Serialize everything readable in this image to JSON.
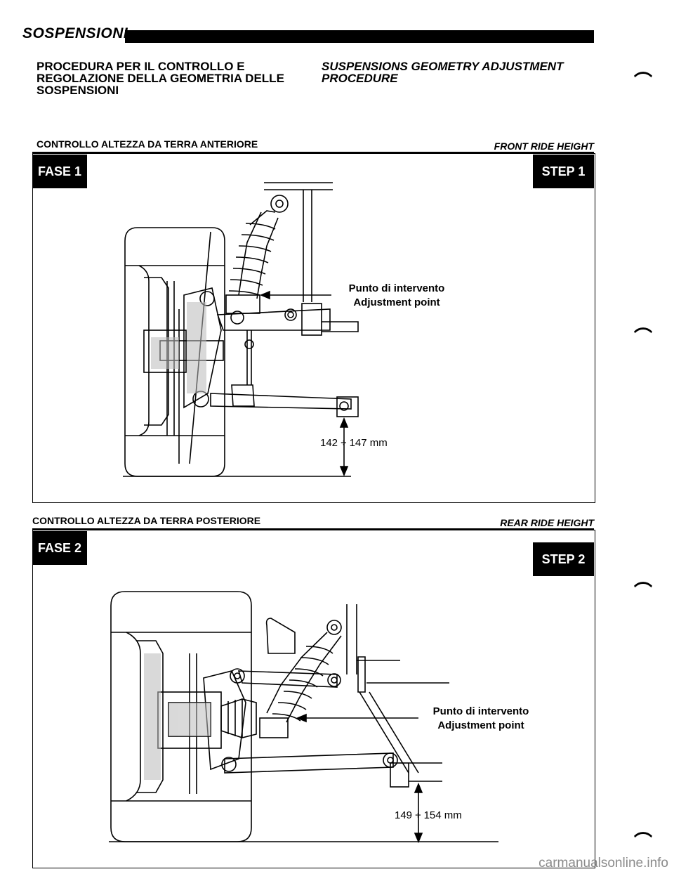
{
  "header": {
    "section_title": "SOSPENSIONI"
  },
  "titles": {
    "italian": "PROCEDURA PER IL CONTROLLO E REGOLAZIONE DELLA GEOMETRIA DELLE SOSPENSIONI",
    "english": "SUSPENSIONS GEOMETRY ADJUSTMENT PROCEDURE"
  },
  "front": {
    "heading_it": "CONTROLLO ALTEZZA DA TERRA ANTERIORE",
    "heading_en": "FRONT RIDE HEIGHT",
    "step_it": "FASE 1",
    "step_en": "STEP 1",
    "label_it": "Punto di intervento",
    "label_en": "Adjustment point",
    "measurement": "142 ÷ 147 mm"
  },
  "rear": {
    "heading_it": "CONTROLLO ALTEZZA DA TERRA POSTERIORE",
    "heading_en": "REAR RIDE HEIGHT",
    "step_it": "FASE 2",
    "step_en": "STEP 2",
    "label_it": "Punto di intervento",
    "label_en": "Adjustment point",
    "measurement": "149 ÷ 154 mm"
  },
  "watermark": "carmanualsonline.info"
}
